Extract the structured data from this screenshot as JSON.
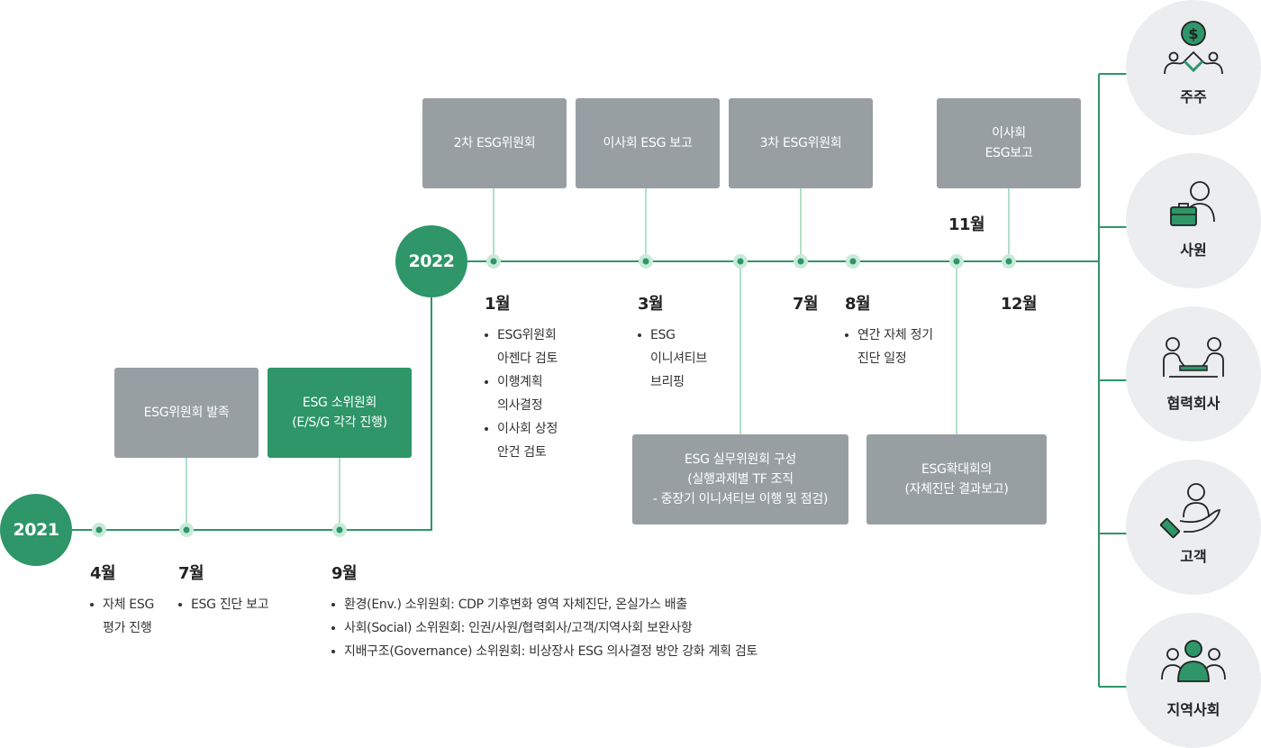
{
  "years": {
    "y2021": "2021",
    "y2022": "2022"
  },
  "boxes": {
    "esg_committee_launch": "ESG위원회 발족",
    "esg_subcommittee": "ESG 소위원회\n(E/S/G 각각 진행)",
    "second_esg_committee": "2차 ESG위원회",
    "board_esg_report": "이사회 ESG 보고",
    "third_esg_committee": "3차 ESG위원회",
    "board_esg_report_nov": "이사회\nESG보고",
    "esg_working_committee": "ESG 실무위원회 구성\n(실행과제별 TF 조직\n- 중장기 이니셔티브 이행 및 점검)",
    "esg_expanded_meeting": "ESG확대회의\n(자체진단 결과보고)"
  },
  "months": {
    "apr": "4월",
    "jul2021": "7월",
    "sep": "9월",
    "jan": "1월",
    "mar": "3월",
    "jul2022": "7월",
    "aug": "8월",
    "nov": "11월",
    "dec": "12월"
  },
  "items": {
    "apr": [
      "자체 ESG\n평가 진행"
    ],
    "jul2021": [
      "ESG 진단 보고"
    ],
    "sep": [
      "환경(Env.) 소위원회: CDP 기후변화 영역 자체진단, 온실가스 배출",
      "사회(Social) 소위원회: 인권/사원/협력회사/고객/지역사회 보완사항",
      "지배구조(Governance) 소위원회: 비상장사 ESG 의사결정 방안 강화 계획 검토"
    ],
    "jan": [
      "ESG위원회\n아젠다 검토",
      "이행계획\n의사결정",
      "이사회 상정\n안건 검토"
    ],
    "mar": [
      "ESG\n이니셔티브\n브리핑"
    ],
    "aug": [
      "연간 자체 정기\n진단 일정"
    ]
  },
  "stakeholders": [
    {
      "label": "주주",
      "icon": "shareholders-icon"
    },
    {
      "label": "사원",
      "icon": "employee-icon"
    },
    {
      "label": "협력회사",
      "icon": "partners-icon"
    },
    {
      "label": "고객",
      "icon": "customer-icon"
    },
    {
      "label": "지역사회",
      "icon": "community-icon"
    }
  ],
  "colors": {
    "accent": "#2e9668",
    "box_gray": "#979fa3",
    "stakeholder_bg": "#ebedee"
  }
}
